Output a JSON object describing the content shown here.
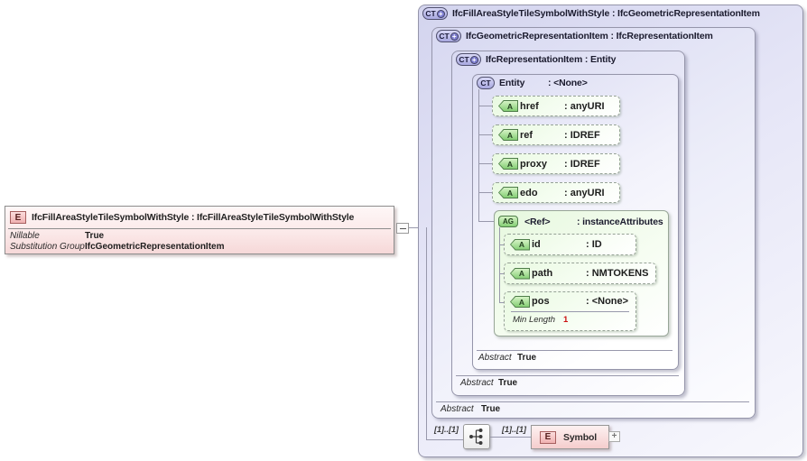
{
  "left_element": {
    "badge": "E",
    "title": "IfcFillAreaStyleTileSymbolWithStyle : IfcFillAreaStyleTileSymbolWithStyle",
    "properties": [
      {
        "label": "Nillable",
        "value": "True"
      },
      {
        "label": "Substitution Group",
        "value": "IfcGeometricRepresentationItem"
      }
    ]
  },
  "icons": {
    "plus": "+",
    "expand": "+"
  },
  "type_boxes": {
    "level1": {
      "badge": "CT",
      "title": "IfcFillAreaStyleTileSymbolWithStyle : IfcGeometricRepresentationItem"
    },
    "level2": {
      "badge": "CT",
      "title": "IfcGeometricRepresentationItem : IfcRepresentationItem",
      "footer": {
        "label": "Abstract",
        "value": "True"
      }
    },
    "level3": {
      "badge": "CT",
      "title": "IfcRepresentationItem : Entity",
      "footer": {
        "label": "Abstract",
        "value": "True"
      }
    },
    "entity": {
      "badge": "CT",
      "name": "Entity",
      "type": ": <None>",
      "footer": {
        "label": "Abstract",
        "value": "True"
      }
    }
  },
  "attributes": [
    {
      "badge": "A",
      "name": "href",
      "type": ": anyURI"
    },
    {
      "badge": "A",
      "name": "ref",
      "type": ": IDREF"
    },
    {
      "badge": "A",
      "name": "proxy",
      "type": ": IDREF"
    },
    {
      "badge": "A",
      "name": "edo",
      "type": ": anyURI"
    }
  ],
  "attribute_group": {
    "badge": "AG",
    "name": "<Ref>",
    "type": ": instanceAttributes",
    "attributes": [
      {
        "badge": "A",
        "name": "id",
        "type": ": ID"
      },
      {
        "badge": "A",
        "name": "path",
        "type": ": NMTOKENS"
      },
      {
        "badge": "A",
        "name": "pos",
        "type": ": <None>",
        "constraint": {
          "label": "Min Length",
          "value": "1"
        }
      }
    ]
  },
  "content_row": {
    "cardinality_left": "[1]..[1]",
    "compositor": "sequence",
    "cardinality_right": "[1]..[1]",
    "element": {
      "badge": "E",
      "name": "Symbol",
      "expand": "+"
    }
  },
  "colors": {
    "lavender_fill": "#d7d8f1",
    "box_border": "#9595aa",
    "attr_green": "#84ce74",
    "element_pink": "#f5cdcd",
    "min_length_red": "#cc1111"
  }
}
